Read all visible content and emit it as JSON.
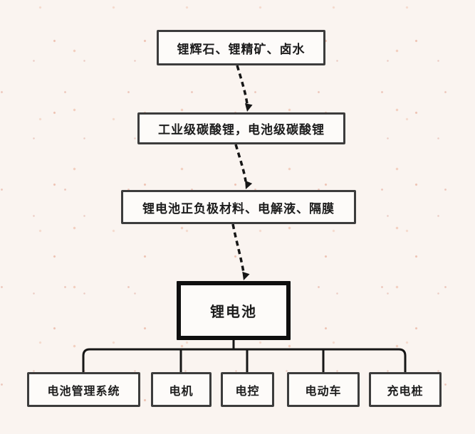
{
  "diagram": {
    "type": "flowchart",
    "language": "zh-CN",
    "flow_nodes": [
      {
        "id": "raw-materials",
        "label": "锂辉石、锂精矿、卤水"
      },
      {
        "id": "lithium-carbonate",
        "label": "工业级碳酸锂，电池级碳酸锂"
      },
      {
        "id": "battery-materials",
        "label": "锂电池正负极材料、电解液、隔膜"
      },
      {
        "id": "lithium-battery",
        "label": "锂电池",
        "emphasis": true
      }
    ],
    "application_nodes": [
      {
        "id": "battery-management-system",
        "label": "电池管理系统"
      },
      {
        "id": "motor",
        "label": "电机"
      },
      {
        "id": "electric-control",
        "label": "电控"
      },
      {
        "id": "electric-vehicle",
        "label": "电动车"
      },
      {
        "id": "charging-pile",
        "label": "充电桩"
      }
    ],
    "connections": [
      {
        "from": "raw-materials",
        "to": "lithium-carbonate",
        "style": "dashed-arrow"
      },
      {
        "from": "lithium-carbonate",
        "to": "battery-materials",
        "style": "dashed-arrow"
      },
      {
        "from": "battery-materials",
        "to": "lithium-battery",
        "style": "dashed-arrow"
      },
      {
        "from": "lithium-battery",
        "to": "battery-management-system",
        "style": "solid-line"
      },
      {
        "from": "lithium-battery",
        "to": "motor",
        "style": "solid-line"
      },
      {
        "from": "lithium-battery",
        "to": "electric-control",
        "style": "solid-line"
      },
      {
        "from": "lithium-battery",
        "to": "electric-vehicle",
        "style": "solid-line"
      },
      {
        "from": "lithium-battery",
        "to": "charging-pile",
        "style": "solid-line"
      }
    ]
  },
  "colors": {
    "paper-bg": "#faf4f0",
    "node-fill": "#fdfbf9",
    "node-border": "#3c3c3c",
    "emphasis-border": "#0f0f0f",
    "line-color": "#161616",
    "text-color": "#1c1c1c"
  }
}
